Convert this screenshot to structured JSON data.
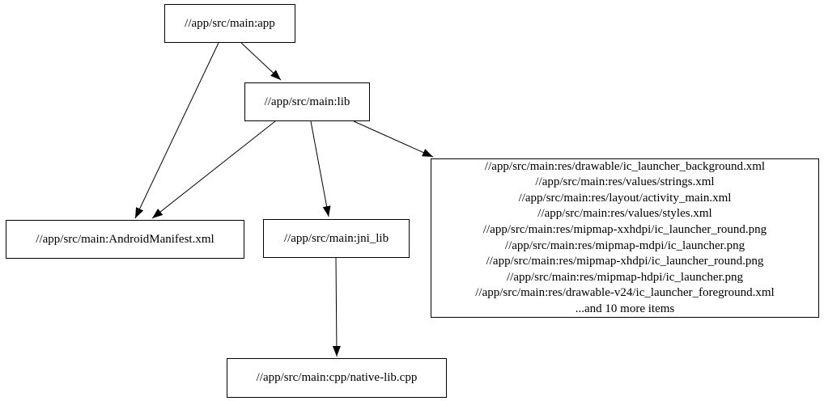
{
  "graph": {
    "title": "build-dependency-graph",
    "colors": {
      "background": "#ffffff",
      "node_border": "#000000",
      "node_fill": "#ffffff",
      "text": "#000000",
      "edge": "#000000"
    },
    "nodes": {
      "app": {
        "label": "//app/src/main:app"
      },
      "lib": {
        "label": "//app/src/main:lib"
      },
      "android_manifest": {
        "label": "//app/src/main:AndroidManifest.xml"
      },
      "jni_lib": {
        "label": "//app/src/main:jni_lib"
      },
      "res_files": {
        "lines": [
          "//app/src/main:res/drawable/ic_launcher_background.xml",
          "//app/src/main:res/values/strings.xml",
          "//app/src/main:res/layout/activity_main.xml",
          "//app/src/main:res/values/styles.xml",
          "//app/src/main:res/mipmap-xxhdpi/ic_launcher_round.png",
          "//app/src/main:res/mipmap-mdpi/ic_launcher.png",
          "//app/src/main:res/mipmap-xhdpi/ic_launcher_round.png",
          "//app/src/main:res/mipmap-hdpi/ic_launcher.png",
          "//app/src/main:res/drawable-v24/ic_launcher_foreground.xml",
          "...and 10 more items"
        ]
      },
      "native_lib_cpp": {
        "label": "//app/src/main:cpp/native-lib.cpp"
      }
    },
    "edges": [
      {
        "from": "app",
        "to": "lib"
      },
      {
        "from": "app",
        "to": "android_manifest"
      },
      {
        "from": "lib",
        "to": "android_manifest"
      },
      {
        "from": "lib",
        "to": "jni_lib"
      },
      {
        "from": "lib",
        "to": "res_files"
      },
      {
        "from": "jni_lib",
        "to": "native_lib_cpp"
      }
    ]
  }
}
